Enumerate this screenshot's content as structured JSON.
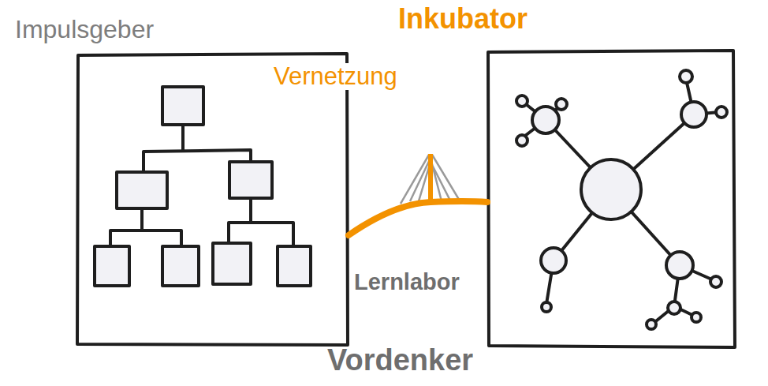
{
  "diagram": {
    "labels": [
      "Impulsgeber",
      "Inkubator",
      "Vernetzung",
      "Lernlabor",
      "Vordenker"
    ]
  }
}
